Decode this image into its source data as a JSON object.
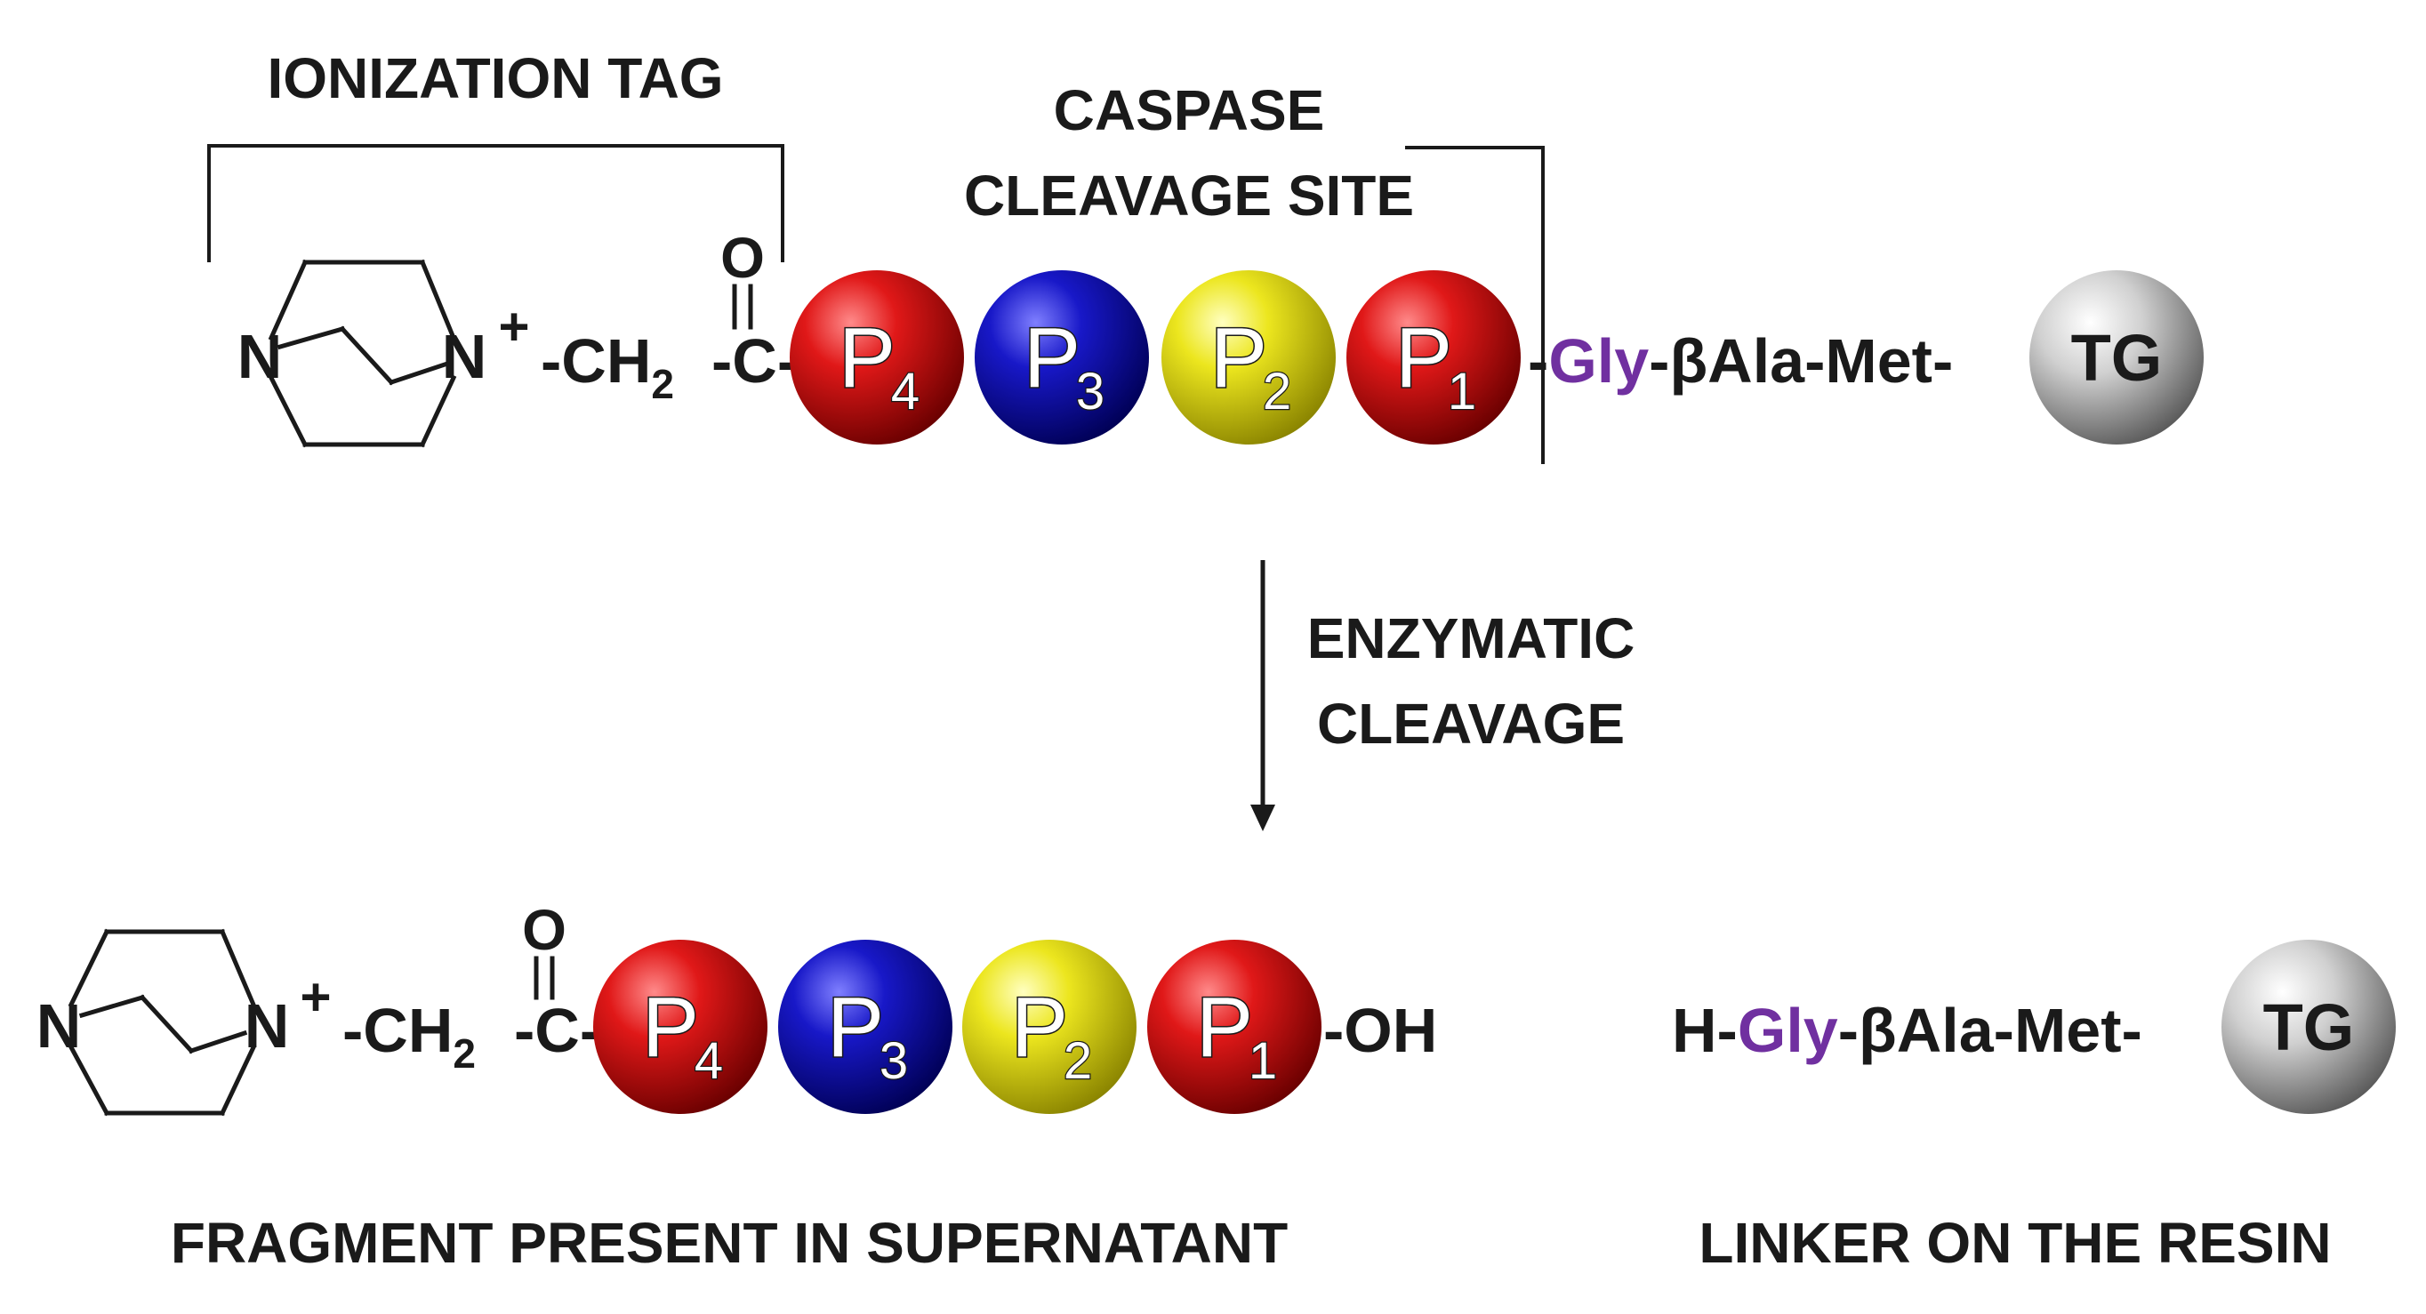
{
  "labels": {
    "ionization_tag": "IONIZATION TAG",
    "caspase_line1": "CASPASE",
    "caspase_line2": "CLEAVAGE SITE",
    "enzymatic_line1": "ENZYMATIC",
    "enzymatic_line2": "CLEAVAGE",
    "fragment_caption": "FRAGMENT PRESENT IN SUPERNATANT",
    "linker_caption": "LINKER ON THE RESIN"
  },
  "structure": {
    "n_left": "N",
    "n_right": "N",
    "plus": "+",
    "ch2": "-CH",
    "ch2_sub": "2",
    "carbonyl_c": "-C-",
    "carbonyl_o": "O",
    "oh": "-OH"
  },
  "residues": [
    {
      "letter": "P",
      "sub": "4",
      "color": "#d81616"
    },
    {
      "letter": "P",
      "sub": "3",
      "color": "#1a1ab8"
    },
    {
      "letter": "P",
      "sub": "2",
      "color": "#e6e01a"
    },
    {
      "letter": "P",
      "sub": "1",
      "color": "#d81616"
    }
  ],
  "linker": {
    "h": "H-",
    "dash": "-",
    "gly": "Gly",
    "rest": "-βAla-Met-",
    "gly_color": "#7030a0"
  },
  "resin": {
    "label": "TG",
    "color": "#c8c8c8"
  }
}
